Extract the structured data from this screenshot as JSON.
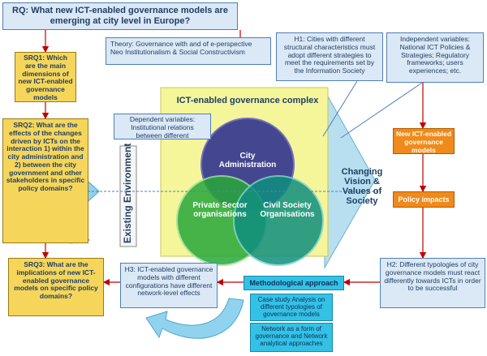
{
  "rq": "RQ: What new ICT-enabled governance models are emerging at city level in Europe?",
  "sro1": "SRQ1: Which are the main dimensions of new ICT-enabled governance models emerging in European cities?",
  "sro2": "SRQ2: What are the effects of the changes driven by ICTs on the interaction 1) within the city administration and 2) between the city government and other stakeholders in specific policy domains?",
  "sro3": "SRQ3: What are the implications of new ICT-enabled governance models on specific policy domains?",
  "theory": "Theory: Governance with and of e-perspective Neo Institutionalism & Social Constructivism",
  "h1": "H1: Cities with different structural characteristics must adopt different strategies to meet the requirements set by the Information Society",
  "independent": "Independent variables: National ICT Policies & Strategies; Regulatory frameworks; users experiences; etc.",
  "complex_title": "ICT-enabled governance complex",
  "dependent": "Dependent variables: Institutional relations between different stakeholders",
  "existing_env": "Existing Environment",
  "circle_city": "City Administration",
  "circle_private": "Private Sector organisations",
  "circle_civil": "Civil Society Organisations",
  "arrow_text": "Changing Vision & Values of Society",
  "new_models": "New ICT-enabled governance models",
  "policy_impacts": "Policy impacts",
  "h2": "H2: Different typologies of city governance models must react differently towards ICTs in order to be successful",
  "h3": "H3: ICT-enabled governance models with different configurations have different network-level effects",
  "methodological": "Methodological approach",
  "case_study": "Case study Analysis on different typologies of governance models",
  "network": "Network as a form of governance and Network analytical approaches",
  "colors": {
    "yellow_area": "#f5f59a",
    "circle_purple": "#3b3d8f",
    "circle_green": "#27a83a",
    "circle_teal": "#0f8f7e",
    "arrow_fill": "#b8dff0",
    "orange": "#f08a1a",
    "teal_box": "#33c2e5",
    "blue_box": "#dbe8f5",
    "connector": "#c00000"
  }
}
